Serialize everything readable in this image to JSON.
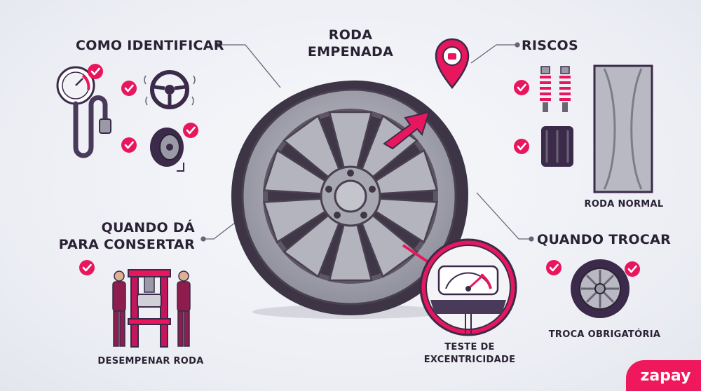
{
  "title": "RODA\nEMPENADA",
  "sections": {
    "identify": "COMO IDENTIFICAR",
    "risks": "RISCOS",
    "repair": "QUANDO DÁ\nPARA CONSERTAR",
    "replace": "QUANDO TROCAR"
  },
  "captions": {
    "normal_wheel": "RODA NORMAL",
    "unbend_wheel": "DESEMPENAR RODA",
    "eccentricity_test": "TESTE DE\nEXCENTRICIDADE",
    "mandatory_swap": "TROCA OBRIGATÓRIA"
  },
  "brand": "zapay",
  "colors": {
    "accent": "#e8175d",
    "dark": "#3b2a4a",
    "rim": "#9a9aa6",
    "background": "#eef0f5"
  },
  "icons": [
    "pressure-gauge-icon",
    "steering-wheel-icon",
    "tire-icon",
    "shock-absorber-icon",
    "tread-icon",
    "rim-profile-icon",
    "hydraulic-press-icon",
    "mechanic-icon",
    "dial-gauge-icon",
    "wheel-icon",
    "check-icon",
    "location-pin-icon",
    "arrow-icon"
  ]
}
